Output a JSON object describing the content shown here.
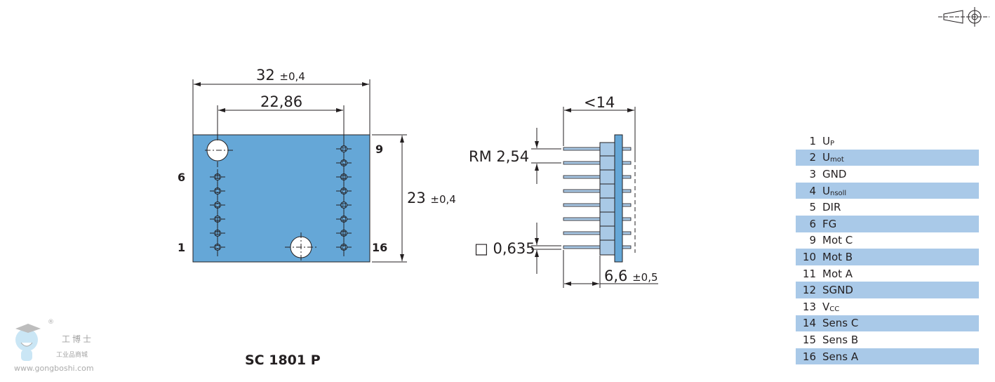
{
  "front_view": {
    "width_dim": "32",
    "width_tol": "±0,4",
    "pitch_dim": "22,86",
    "height_dim": "23",
    "height_tol": "±0,4",
    "pin_labels": {
      "p6": "6",
      "p1": "1",
      "p9": "9",
      "p16": "16"
    }
  },
  "side_view": {
    "length_dim": "<14",
    "rm_dim": "RM 2,54",
    "pin_dim": "□ 0,635",
    "pin_len_dim": "6,6",
    "pin_len_tol": "±0,5"
  },
  "product_title": "SC 1801 P",
  "pin_table": [
    {
      "num": "1",
      "name": "U",
      "sub": "P"
    },
    {
      "num": "2",
      "name": "U",
      "sub": "mot"
    },
    {
      "num": "3",
      "name": "GND",
      "sub": ""
    },
    {
      "num": "4",
      "name": "U",
      "sub": "nsoll"
    },
    {
      "num": "5",
      "name": "DIR",
      "sub": ""
    },
    {
      "num": "6",
      "name": "FG",
      "sub": ""
    },
    {
      "num": "9",
      "name": "Mot C",
      "sub": ""
    },
    {
      "num": "10",
      "name": "Mot B",
      "sub": ""
    },
    {
      "num": "11",
      "name": "Mot A",
      "sub": ""
    },
    {
      "num": "12",
      "name": "SGND",
      "sub": ""
    },
    {
      "num": "13",
      "name": "V",
      "sub": "CC"
    },
    {
      "num": "14",
      "name": "Sens C",
      "sub": ""
    },
    {
      "num": "15",
      "name": "Sens B",
      "sub": ""
    },
    {
      "num": "16",
      "name": "Sens A",
      "sub": ""
    }
  ],
  "watermark": {
    "brand": "工博士",
    "tagline": "工业品商城",
    "url": "www.gongboshi.com",
    "reg": "®"
  },
  "colors": {
    "board": "#65a7d7",
    "housing": "#a9c9e6",
    "row_highlight": "#a9c9e8",
    "line": "#231f20"
  }
}
